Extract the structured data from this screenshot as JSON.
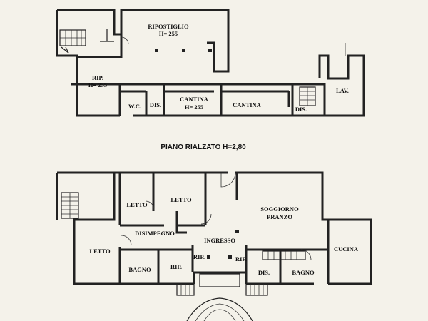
{
  "plan_title": "PIANO RIALZATO H=2,80",
  "basement": {
    "rooms": [
      {
        "id": "ripostiglio",
        "name": "RIPOSTIGLIO",
        "height": "H= 255"
      },
      {
        "id": "rip",
        "name": "RIP.",
        "height": "H= 255"
      },
      {
        "id": "wc",
        "name": "W.C.",
        "height": ""
      },
      {
        "id": "dis1",
        "name": "DIS.",
        "height": ""
      },
      {
        "id": "cantina1",
        "name": "CANTINA",
        "height": "H= 255"
      },
      {
        "id": "cantina2",
        "name": "CANTINA",
        "height": ""
      },
      {
        "id": "dis2",
        "name": "DIS.",
        "height": ""
      },
      {
        "id": "lav",
        "name": "LAV.",
        "height": ""
      }
    ]
  },
  "ground_floor": {
    "rooms": [
      {
        "id": "letto1",
        "name": "LETTO"
      },
      {
        "id": "letto2",
        "name": "LETTO"
      },
      {
        "id": "soggiorno",
        "name": "SOGGIORNO"
      },
      {
        "id": "pranzo",
        "name": "PRANZO"
      },
      {
        "id": "disimpegno",
        "name": "DISIMPEGNO"
      },
      {
        "id": "ingresso",
        "name": "INGRESSO"
      },
      {
        "id": "letto3",
        "name": "LETTO"
      },
      {
        "id": "bagno1",
        "name": "BAGNO"
      },
      {
        "id": "rip1",
        "name": "RIP."
      },
      {
        "id": "rip2",
        "name": "RIP."
      },
      {
        "id": "rip3",
        "name": "RIP."
      },
      {
        "id": "dis",
        "name": "DIS."
      },
      {
        "id": "bagno2",
        "name": "BAGNO"
      },
      {
        "id": "cucina",
        "name": "CUCINA"
      }
    ]
  }
}
